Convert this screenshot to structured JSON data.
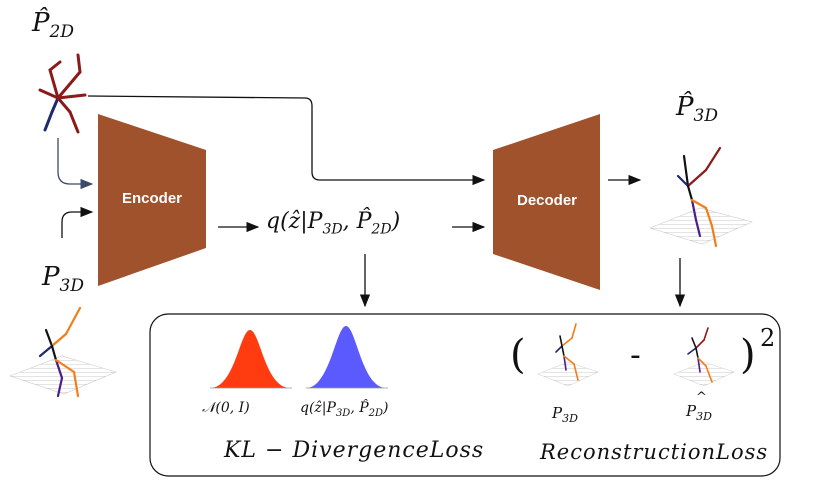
{
  "labels": {
    "p2d_hat": "P̂",
    "p2d_sub": "2D",
    "p3d_hat": "P̂",
    "p3d_hat_sub": "3D",
    "p3d": "P",
    "p3d_sub": "3D",
    "latent": "q(ẑ|P",
    "latent_sub1": "3D",
    "latent_mid": ", P̂",
    "latent_sub2": "2D",
    "latent_end": ")"
  },
  "blocks": {
    "encoder": "Encoder",
    "decoder": "Decoder"
  },
  "loss_box": {
    "normal_label": "𝒩(0, I)",
    "posterior_label_a": "q(ẑ|P",
    "posterior_sub1": "3D",
    "posterior_label_b": ", P̂",
    "posterior_sub2": "2D",
    "posterior_label_c": ")",
    "kl_title": "KL − DivergenceLoss",
    "open_paren": "(",
    "minus": "-",
    "close_paren": ")",
    "exponent": "2",
    "gt_label": "P",
    "gt_sub": "3D",
    "pred_label": "P",
    "pred_accent": "^",
    "pred_sub": "3D",
    "recon_title": "ReconstructionLoss"
  },
  "colors": {
    "block_fill": "#a0522d",
    "normal_fill": "#ff3b0f",
    "posterior_fill": "#5a5aff",
    "bone_dark": "#8b1a1a",
    "bone_navy": "#1f2a6b",
    "bone_orange": "#f07e1c",
    "bone_purple": "#4b1d8c",
    "bone_black": "#111111"
  }
}
